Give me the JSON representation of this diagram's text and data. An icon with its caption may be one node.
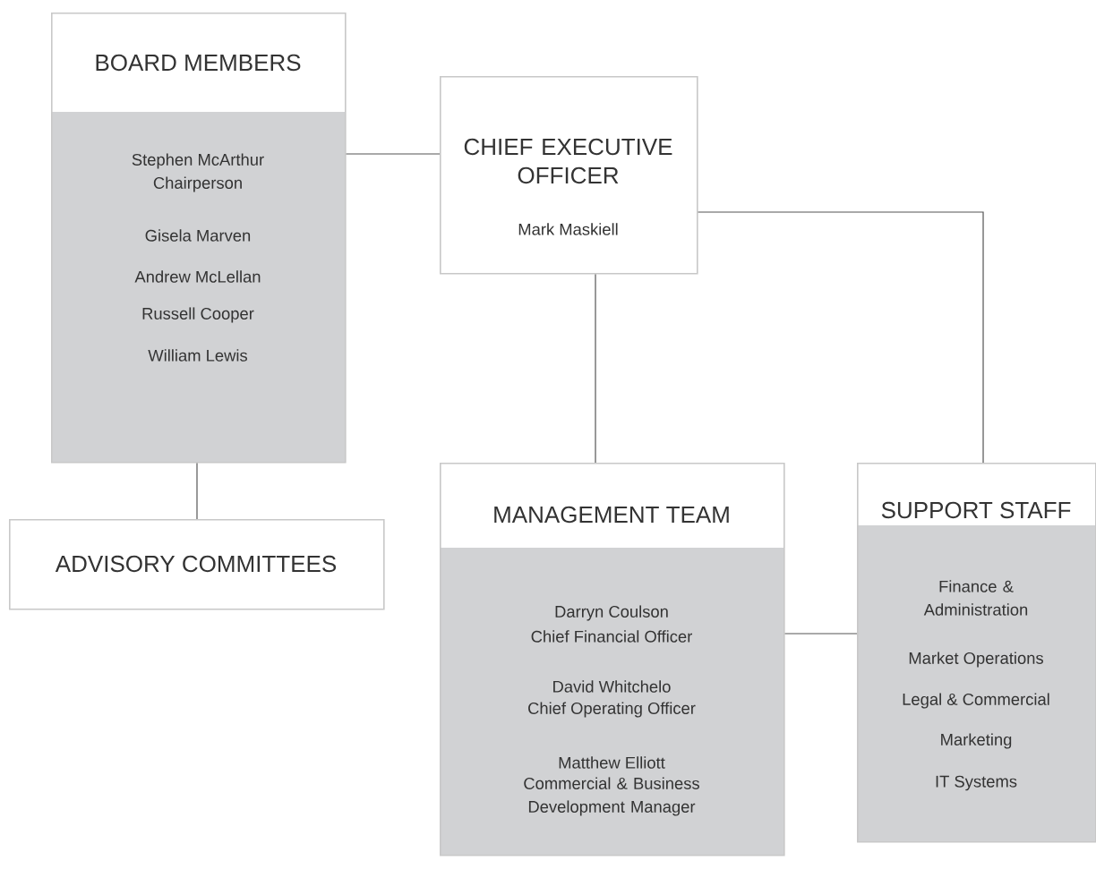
{
  "diagram": {
    "nodes": [
      {
        "text": [
          "BOARD MEMBERS",
          "Stephen McArthur",
          "Chairperson",
          "Gisela Marven",
          "Andrew McLellan",
          "Russell Cooper",
          "William Lewis"
        ]
      },
      {
        "text": [
          "CHIEF EXECUTIVE OFFICER",
          "Mark Maskiell"
        ]
      },
      {
        "text": [
          "ADVISORY COMMITTEES"
        ]
      },
      {
        "text": [
          "MANAGEMENT TEAM",
          "Darryn Coulson",
          "Chief Financial Officer",
          "David Whitchelo",
          "Chief Operating Officer",
          "Matthew Elliott",
          "Commercial & Business Development Manager"
        ]
      },
      {
        "text": [
          "SUPPORT STAFF",
          "Finance & Administration",
          "Market Operations",
          "Legal & Commercial",
          "Marketing",
          "IT Systems"
        ]
      }
    ],
    "edges": [
      {
        "from": 0,
        "to": 1,
        "arrow": "none"
      },
      {
        "from": 0,
        "to": 2,
        "arrow": "none"
      },
      {
        "from": 1,
        "to": 3,
        "arrow": "none"
      },
      {
        "from": 1,
        "to": 4,
        "arrow": "none"
      },
      {
        "from": 3,
        "to": 4,
        "arrow": "none"
      }
    ]
  }
}
